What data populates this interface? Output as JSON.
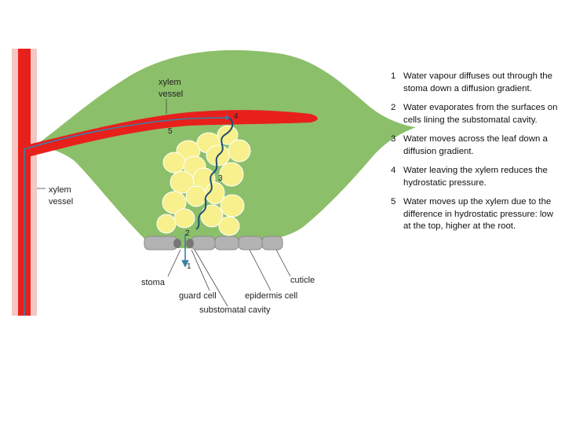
{
  "labels": {
    "xylem_vessel_top": [
      "xylem",
      "vessel"
    ],
    "xylem_vessel_left": [
      "xylem",
      "vessel"
    ],
    "stoma": "stoma",
    "guard_cell": "guard cell",
    "substomatal_cavity": "substomatal cavity",
    "epidermis_cell": "epidermis cell",
    "cuticle": "cuticle"
  },
  "path_numbers": [
    "1",
    "2",
    "3",
    "4",
    "5"
  ],
  "steps": [
    {
      "number": "1",
      "text": "Water vapour diffuses out through the stoma down a diffusion gradient."
    },
    {
      "number": "2",
      "text": "Water evaporates from the surfaces on cells lining the substomatal cavity."
    },
    {
      "number": "3",
      "text": "Water moves across the leaf down a diffusion gradient."
    },
    {
      "number": "4",
      "text": "Water leaving the xylem reduces the hydrostatic pressure."
    },
    {
      "number": "5",
      "text": "Water moves up the xylem due to the difference in hydrostatic pressure: low at the top, higher at the root."
    }
  ],
  "colors": {
    "leaf": "#8cbf6a",
    "xylem": "#e8201c",
    "mesophyll": "#f7f08c",
    "epidermis": "#b3b3b3",
    "water_path": "#3a7fa8"
  }
}
